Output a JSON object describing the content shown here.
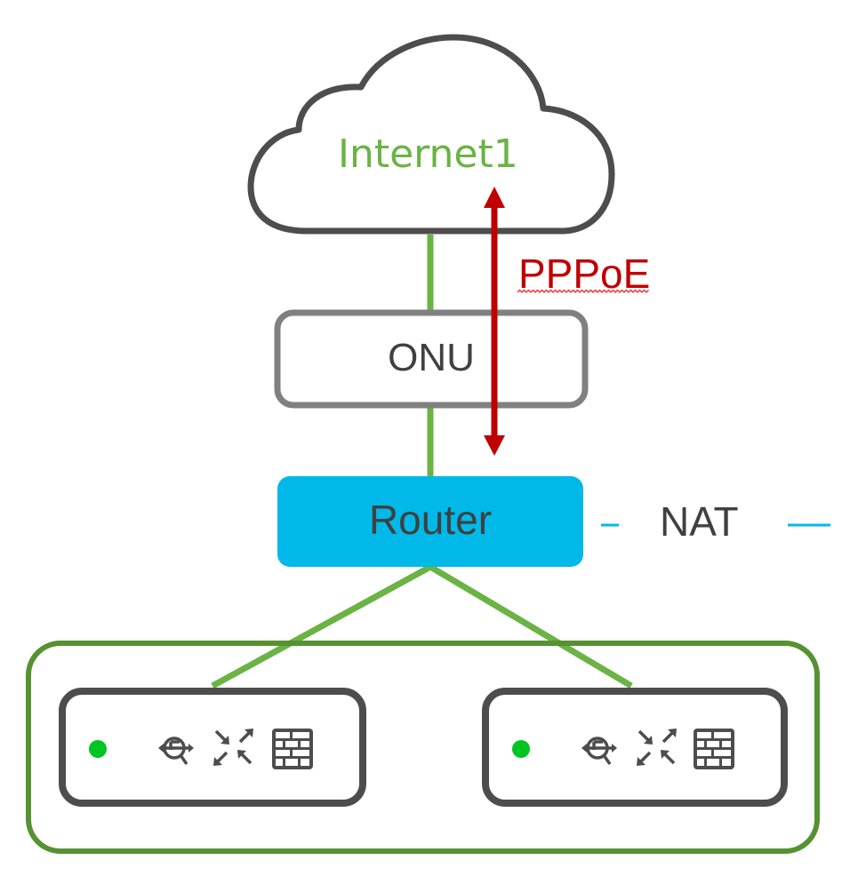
{
  "nodes": {
    "cloud": {
      "label": "Internet1"
    },
    "onu": {
      "label": "ONU"
    },
    "router": {
      "label": "Router"
    },
    "nat": {
      "label": "NAT"
    }
  },
  "annotations": {
    "pppoe": {
      "label": "PPPoE"
    }
  },
  "devices": [
    {
      "status": "online",
      "icons": [
        "load-balancer-icon",
        "switch-arrows-icon",
        "firewall-icon"
      ]
    },
    {
      "status": "online",
      "icons": [
        "load-balancer-icon",
        "switch-arrows-icon",
        "firewall-icon"
      ]
    }
  ],
  "colors": {
    "link_green": "#6ab344",
    "group_green": "#579232",
    "pppoe_red": "#c00000",
    "router_blue": "#00b9e8",
    "status_green": "#00c421",
    "outline_dark": "#4d4d4d",
    "onu_gray": "#808080"
  }
}
